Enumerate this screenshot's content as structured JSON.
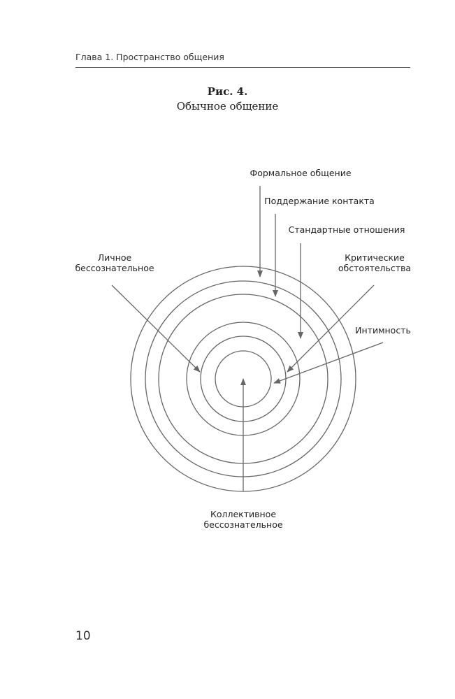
{
  "header": {
    "running_title": "Глава 1. Пространство общения"
  },
  "figure": {
    "number": "Рис. 4.",
    "title": "Обычное общение",
    "labels": {
      "formal": "Формальное общение",
      "contact": "Поддержание контакта",
      "standard": "Стандартные отношения",
      "critical_line1": "Критические",
      "critical_line2": "обстоятельства",
      "intimacy": "Интимность",
      "personal_line1": "Личное",
      "personal_line2": "бессознательное",
      "collective_line1": "Коллективное",
      "collective_line2": "бессознательное"
    },
    "line_color": "#666666"
  },
  "footer": {
    "page_number": "10"
  }
}
